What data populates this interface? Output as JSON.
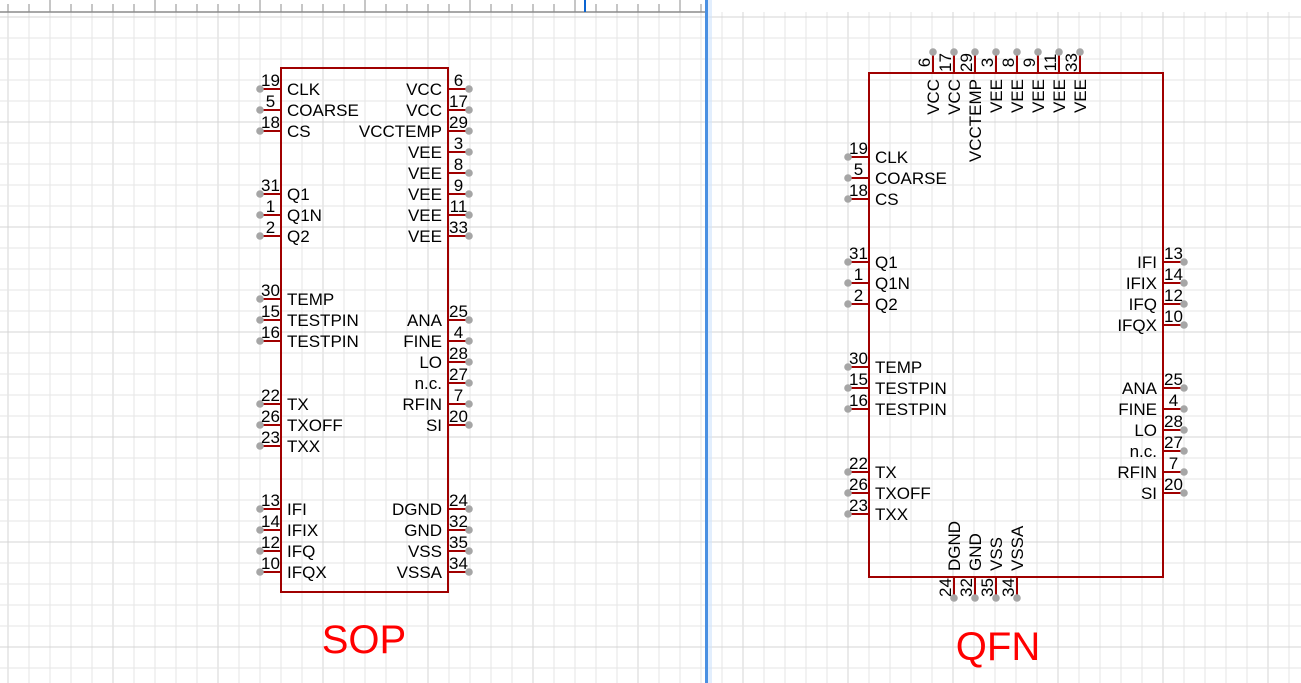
{
  "ruler": {
    "accent_color": "#0a64d2"
  },
  "colors": {
    "body": "#a00000",
    "pin_dot": "#a6a6a6",
    "title": "#ff0000",
    "divider": "#4a90e2"
  },
  "sop": {
    "title": "SOP",
    "left_groups": [
      [
        {
          "num": "19",
          "name": "CLK"
        },
        {
          "num": "5",
          "name": "COARSE"
        },
        {
          "num": "18",
          "name": "CS"
        }
      ],
      [
        {
          "num": "31",
          "name": "Q1"
        },
        {
          "num": "1",
          "name": "Q1N"
        },
        {
          "num": "2",
          "name": "Q2"
        }
      ],
      [
        {
          "num": "30",
          "name": "TEMP"
        },
        {
          "num": "15",
          "name": "TESTPIN"
        },
        {
          "num": "16",
          "name": "TESTPIN"
        }
      ],
      [
        {
          "num": "22",
          "name": "TX"
        },
        {
          "num": "26",
          "name": "TXOFF"
        },
        {
          "num": "23",
          "name": "TXX"
        }
      ],
      [
        {
          "num": "13",
          "name": "IFI"
        },
        {
          "num": "14",
          "name": "IFIX"
        },
        {
          "num": "12",
          "name": "IFQ"
        },
        {
          "num": "10",
          "name": "IFQX"
        }
      ]
    ],
    "right_groups": [
      [
        {
          "num": "6",
          "name": "VCC"
        },
        {
          "num": "17",
          "name": "VCC"
        },
        {
          "num": "29",
          "name": "VCCTEMP"
        },
        {
          "num": "3",
          "name": "VEE"
        },
        {
          "num": "8",
          "name": "VEE"
        },
        {
          "num": "9",
          "name": "VEE"
        },
        {
          "num": "11",
          "name": "VEE"
        },
        {
          "num": "33",
          "name": "VEE"
        }
      ],
      [
        {
          "num": "25",
          "name": "ANA"
        },
        {
          "num": "4",
          "name": "FINE"
        },
        {
          "num": "28",
          "name": "LO"
        },
        {
          "num": "27",
          "name": "n.c."
        },
        {
          "num": "7",
          "name": "RFIN"
        },
        {
          "num": "20",
          "name": "SI"
        }
      ],
      [
        {
          "num": "24",
          "name": "DGND"
        },
        {
          "num": "32",
          "name": "GND"
        },
        {
          "num": "35",
          "name": "VSS"
        },
        {
          "num": "34",
          "name": "VSSA"
        }
      ]
    ]
  },
  "qfn": {
    "title": "QFN",
    "top": [
      {
        "num": "6",
        "name": "VCC"
      },
      {
        "num": "17",
        "name": "VCC"
      },
      {
        "num": "29",
        "name": "VCCTEMP"
      },
      {
        "num": "3",
        "name": "VEE"
      },
      {
        "num": "8",
        "name": "VEE"
      },
      {
        "num": "9",
        "name": "VEE"
      },
      {
        "num": "11",
        "name": "VEE"
      },
      {
        "num": "33",
        "name": "VEE"
      }
    ],
    "left_groups": [
      [
        {
          "num": "19",
          "name": "CLK"
        },
        {
          "num": "5",
          "name": "COARSE"
        },
        {
          "num": "18",
          "name": "CS"
        }
      ],
      [
        {
          "num": "31",
          "name": "Q1"
        },
        {
          "num": "1",
          "name": "Q1N"
        },
        {
          "num": "2",
          "name": "Q2"
        }
      ],
      [
        {
          "num": "30",
          "name": "TEMP"
        },
        {
          "num": "15",
          "name": "TESTPIN"
        },
        {
          "num": "16",
          "name": "TESTPIN"
        }
      ],
      [
        {
          "num": "22",
          "name": "TX"
        },
        {
          "num": "26",
          "name": "TXOFF"
        },
        {
          "num": "23",
          "name": "TXX"
        }
      ]
    ],
    "right_groups": [
      [
        {
          "num": "13",
          "name": "IFI"
        },
        {
          "num": "14",
          "name": "IFIX"
        },
        {
          "num": "12",
          "name": "IFQ"
        },
        {
          "num": "10",
          "name": "IFQX"
        }
      ],
      [
        {
          "num": "25",
          "name": "ANA"
        },
        {
          "num": "4",
          "name": "FINE"
        },
        {
          "num": "28",
          "name": "LO"
        },
        {
          "num": "27",
          "name": "n.c."
        },
        {
          "num": "7",
          "name": "RFIN"
        },
        {
          "num": "20",
          "name": "SI"
        }
      ]
    ],
    "bottom": [
      {
        "num": "24",
        "name": "DGND"
      },
      {
        "num": "32",
        "name": "GND"
      },
      {
        "num": "35",
        "name": "VSS"
      },
      {
        "num": "34",
        "name": "VSSA"
      }
    ]
  }
}
